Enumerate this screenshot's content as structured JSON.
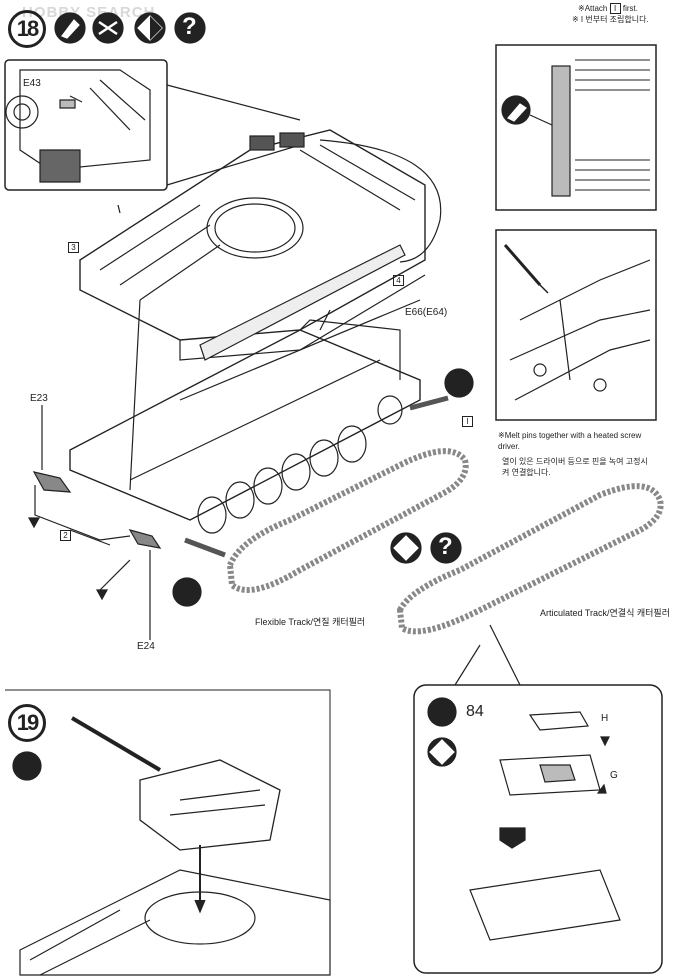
{
  "watermark": "HOBBY SEARCH",
  "notes": {
    "attach_prefix": "※Attach",
    "attach_part": "I",
    "attach_suffix": "first.",
    "korean_attach": "※ I 번부터 조립합니다.",
    "melt_en": "※Melt pins together with a heated screw driver.",
    "melt_kr": "열이 있은 드라이버 등으로 핀을 녹여 고정시켜 연결합니다."
  },
  "step18": {
    "number": "18",
    "parts": {
      "e43": "E43",
      "e23": "E23",
      "e24": "E24",
      "e66": "E66(E64)",
      "sub2": "2",
      "sub3": "3",
      "sub4": "4",
      "subI": "I"
    },
    "flexible_track": "Flexible Track/연질 캐터필러",
    "articulated_track": "Articulated Track/연결식 캐터필러"
  },
  "step19": {
    "number": "19"
  },
  "detail": {
    "repeat_count": "84",
    "part_h": "H",
    "part_g": "G"
  },
  "icons": [
    "cement-icon",
    "no-cement-icon",
    "choice-icon",
    "question-icon",
    "knife-icon",
    "heat-tool-icon"
  ],
  "colors": {
    "line": "#222222",
    "gray": "#777777",
    "light": "#cccccc"
  }
}
